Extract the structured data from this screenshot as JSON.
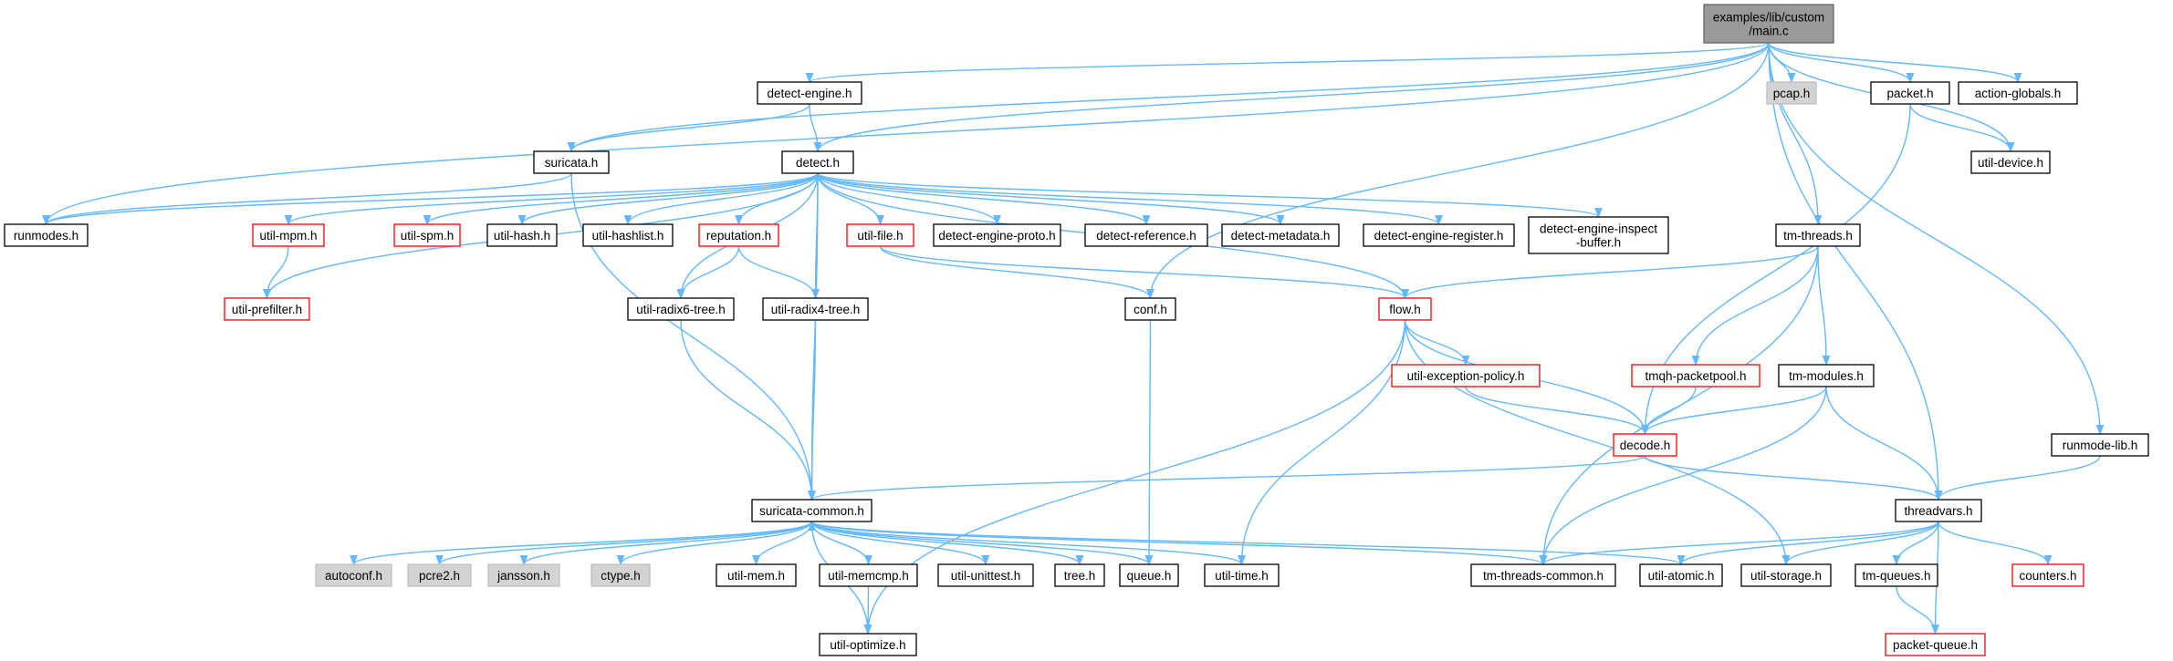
{
  "graph": {
    "title": "",
    "colors": {
      "edge": "#63b8ff",
      "normal_border": "#000000",
      "normal_fill": "#ffffff",
      "red_border": "#ff0000",
      "gray_fill": "#d3d3d3",
      "gray_border": "#bfbfbf",
      "root_fill": "#999999",
      "root_border": "#666666"
    },
    "nodes": [
      {
        "id": "main",
        "label": [
          "examples/lib/custom",
          "/main.c"
        ],
        "style": "root"
      },
      {
        "id": "detect_engine",
        "label": [
          "detect-engine.h"
        ],
        "style": "normal"
      },
      {
        "id": "pcap",
        "label": [
          "pcap.h"
        ],
        "style": "gray"
      },
      {
        "id": "packet",
        "label": [
          "packet.h"
        ],
        "style": "normal"
      },
      {
        "id": "action_globals",
        "label": [
          "action-globals.h"
        ],
        "style": "normal"
      },
      {
        "id": "suricata",
        "label": [
          "suricata.h"
        ],
        "style": "normal"
      },
      {
        "id": "detect",
        "label": [
          "detect.h"
        ],
        "style": "normal"
      },
      {
        "id": "util_device",
        "label": [
          "util-device.h"
        ],
        "style": "normal"
      },
      {
        "id": "runmodes",
        "label": [
          "runmodes.h"
        ],
        "style": "normal"
      },
      {
        "id": "util_mpm",
        "label": [
          "util-mpm.h"
        ],
        "style": "red"
      },
      {
        "id": "util_spm",
        "label": [
          "util-spm.h"
        ],
        "style": "red"
      },
      {
        "id": "util_hash",
        "label": [
          "util-hash.h"
        ],
        "style": "normal"
      },
      {
        "id": "util_hashlist",
        "label": [
          "util-hashlist.h"
        ],
        "style": "normal"
      },
      {
        "id": "reputation",
        "label": [
          "reputation.h"
        ],
        "style": "red"
      },
      {
        "id": "util_file",
        "label": [
          "util-file.h"
        ],
        "style": "red"
      },
      {
        "id": "de_proto",
        "label": [
          "detect-engine-proto.h"
        ],
        "style": "normal"
      },
      {
        "id": "detect_reference",
        "label": [
          "detect-reference.h"
        ],
        "style": "normal"
      },
      {
        "id": "detect_metadata",
        "label": [
          "detect-metadata.h"
        ],
        "style": "normal"
      },
      {
        "id": "de_register",
        "label": [
          "detect-engine-register.h"
        ],
        "style": "normal"
      },
      {
        "id": "de_inspect",
        "label": [
          "detect-engine-inspect",
          "-buffer.h"
        ],
        "style": "normal"
      },
      {
        "id": "tm_threads",
        "label": [
          "tm-threads.h"
        ],
        "style": "normal"
      },
      {
        "id": "util_prefilter",
        "label": [
          "util-prefilter.h"
        ],
        "style": "red"
      },
      {
        "id": "radix6",
        "label": [
          "util-radix6-tree.h"
        ],
        "style": "normal"
      },
      {
        "id": "radix4",
        "label": [
          "util-radix4-tree.h"
        ],
        "style": "normal"
      },
      {
        "id": "conf",
        "label": [
          "conf.h"
        ],
        "style": "normal"
      },
      {
        "id": "flow",
        "label": [
          "flow.h"
        ],
        "style": "red"
      },
      {
        "id": "util_exception",
        "label": [
          "util-exception-policy.h"
        ],
        "style": "red"
      },
      {
        "id": "tmqh",
        "label": [
          "tmqh-packetpool.h"
        ],
        "style": "red"
      },
      {
        "id": "tm_modules",
        "label": [
          "tm-modules.h"
        ],
        "style": "normal"
      },
      {
        "id": "decode",
        "label": [
          "decode.h"
        ],
        "style": "red"
      },
      {
        "id": "runmode_lib",
        "label": [
          "runmode-lib.h"
        ],
        "style": "normal"
      },
      {
        "id": "suricata_common",
        "label": [
          "suricata-common.h"
        ],
        "style": "normal"
      },
      {
        "id": "threadvars",
        "label": [
          "threadvars.h"
        ],
        "style": "normal"
      },
      {
        "id": "autoconf",
        "label": [
          "autoconf.h"
        ],
        "style": "gray"
      },
      {
        "id": "pcre2",
        "label": [
          "pcre2.h"
        ],
        "style": "gray"
      },
      {
        "id": "jansson",
        "label": [
          "jansson.h"
        ],
        "style": "gray"
      },
      {
        "id": "ctype",
        "label": [
          "ctype.h"
        ],
        "style": "gray"
      },
      {
        "id": "util_mem",
        "label": [
          "util-mem.h"
        ],
        "style": "normal"
      },
      {
        "id": "util_memcmp",
        "label": [
          "util-memcmp.h"
        ],
        "style": "normal"
      },
      {
        "id": "util_unittest",
        "label": [
          "util-unittest.h"
        ],
        "style": "normal"
      },
      {
        "id": "tree",
        "label": [
          "tree.h"
        ],
        "style": "normal"
      },
      {
        "id": "queue",
        "label": [
          "queue.h"
        ],
        "style": "normal"
      },
      {
        "id": "util_time",
        "label": [
          "util-time.h"
        ],
        "style": "normal"
      },
      {
        "id": "tm_threads_common",
        "label": [
          "tm-threads-common.h"
        ],
        "style": "normal"
      },
      {
        "id": "util_atomic",
        "label": [
          "util-atomic.h"
        ],
        "style": "normal"
      },
      {
        "id": "util_storage",
        "label": [
          "util-storage.h"
        ],
        "style": "normal"
      },
      {
        "id": "tm_queues",
        "label": [
          "tm-queues.h"
        ],
        "style": "normal"
      },
      {
        "id": "counters",
        "label": [
          "counters.h"
        ],
        "style": "red"
      },
      {
        "id": "util_optimize",
        "label": [
          "util-optimize.h"
        ],
        "style": "normal"
      },
      {
        "id": "packet_queue",
        "label": [
          "packet-queue.h"
        ],
        "style": "red"
      }
    ],
    "edges": [
      [
        "main",
        "detect_engine"
      ],
      [
        "main",
        "pcap"
      ],
      [
        "main",
        "packet"
      ],
      [
        "main",
        "action_globals"
      ],
      [
        "main",
        "suricata"
      ],
      [
        "main",
        "detect"
      ],
      [
        "main",
        "util_device"
      ],
      [
        "main",
        "runmodes"
      ],
      [
        "main",
        "tm_threads"
      ],
      [
        "main",
        "conf"
      ],
      [
        "main",
        "threadvars"
      ],
      [
        "main",
        "runmode_lib"
      ],
      [
        "detect_engine",
        "suricata"
      ],
      [
        "detect_engine",
        "detect"
      ],
      [
        "packet",
        "util_device"
      ],
      [
        "packet",
        "decode"
      ],
      [
        "suricata",
        "runmodes"
      ],
      [
        "suricata",
        "suricata_common"
      ],
      [
        "detect",
        "util_mpm"
      ],
      [
        "detect",
        "util_spm"
      ],
      [
        "detect",
        "util_hash"
      ],
      [
        "detect",
        "util_hashlist"
      ],
      [
        "detect",
        "reputation"
      ],
      [
        "detect",
        "util_file"
      ],
      [
        "detect",
        "de_proto"
      ],
      [
        "detect",
        "detect_reference"
      ],
      [
        "detect",
        "detect_metadata"
      ],
      [
        "detect",
        "de_register"
      ],
      [
        "detect",
        "de_inspect"
      ],
      [
        "detect",
        "util_prefilter"
      ],
      [
        "detect",
        "radix6"
      ],
      [
        "detect",
        "radix4"
      ],
      [
        "detect",
        "flow"
      ],
      [
        "detect",
        "suricata_common"
      ],
      [
        "detect",
        "runmodes"
      ],
      [
        "util_mpm",
        "util_prefilter"
      ],
      [
        "reputation",
        "radix6"
      ],
      [
        "reputation",
        "radix4"
      ],
      [
        "util_file",
        "conf"
      ],
      [
        "util_file",
        "flow"
      ],
      [
        "tm_threads",
        "flow"
      ],
      [
        "tm_threads",
        "tmqh"
      ],
      [
        "tm_threads",
        "tm_modules"
      ],
      [
        "tm_threads",
        "tm_threads_common"
      ],
      [
        "radix6",
        "suricata_common"
      ],
      [
        "radix4",
        "suricata_common"
      ],
      [
        "conf",
        "queue"
      ],
      [
        "flow",
        "util_exception"
      ],
      [
        "flow",
        "decode"
      ],
      [
        "flow",
        "util_time"
      ],
      [
        "flow",
        "util_storage"
      ],
      [
        "flow",
        "util_optimize"
      ],
      [
        "util_exception",
        "decode"
      ],
      [
        "tmqh",
        "decode"
      ],
      [
        "tm_modules",
        "decode"
      ],
      [
        "tm_modules",
        "threadvars"
      ],
      [
        "tm_modules",
        "tm_threads_common"
      ],
      [
        "decode",
        "suricata_common"
      ],
      [
        "decode",
        "threadvars"
      ],
      [
        "runmode_lib",
        "threadvars"
      ],
      [
        "suricata_common",
        "autoconf"
      ],
      [
        "suricata_common",
        "pcre2"
      ],
      [
        "suricata_common",
        "jansson"
      ],
      [
        "suricata_common",
        "ctype"
      ],
      [
        "suricata_common",
        "util_mem"
      ],
      [
        "suricata_common",
        "util_memcmp"
      ],
      [
        "suricata_common",
        "util_unittest"
      ],
      [
        "suricata_common",
        "tree"
      ],
      [
        "suricata_common",
        "queue"
      ],
      [
        "suricata_common",
        "util_time"
      ],
      [
        "suricata_common",
        "tm_threads_common"
      ],
      [
        "suricata_common",
        "util_atomic"
      ],
      [
        "suricata_common",
        "util_optimize"
      ],
      [
        "util_memcmp",
        "suricata_common"
      ],
      [
        "util_memcmp",
        "util_optimize"
      ],
      [
        "threadvars",
        "tm_threads_common"
      ],
      [
        "threadvars",
        "util_atomic"
      ],
      [
        "threadvars",
        "util_storage"
      ],
      [
        "threadvars",
        "tm_queues"
      ],
      [
        "threadvars",
        "counters"
      ],
      [
        "threadvars",
        "packet_queue"
      ],
      [
        "tm_queues",
        "packet_queue"
      ]
    ]
  }
}
